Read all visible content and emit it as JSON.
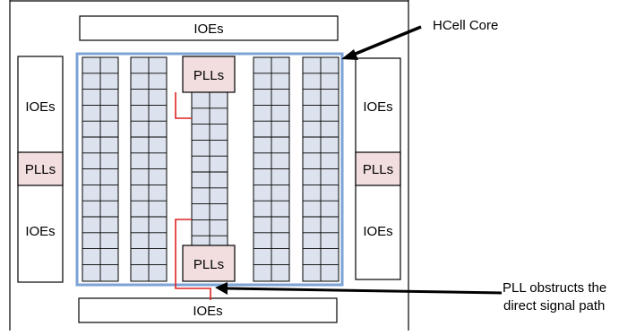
{
  "labels": {
    "ioe": "IOEs",
    "pll": "PLLs",
    "core": "HCell Core",
    "obstruction_line1": "PLL obstructs the",
    "obstruction_line2": "direct signal path"
  },
  "colors": {
    "core_fill": "#dde3ee",
    "core_border": "#7da3d6",
    "pll_fill": "#f2dede",
    "signal_path": "#dd2222",
    "outline": "#000000"
  }
}
